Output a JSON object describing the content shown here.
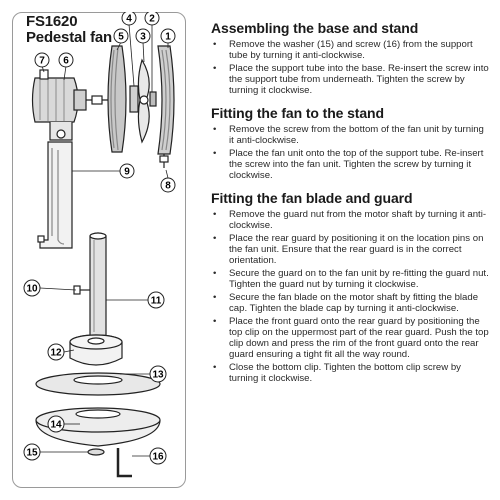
{
  "product": {
    "model": "FS1620",
    "name": "Pedestal fan"
  },
  "parts": [
    "1",
    "2",
    "3",
    "4",
    "5",
    "6",
    "7",
    "8",
    "9",
    "10",
    "11",
    "12",
    "13",
    "14",
    "15",
    "16"
  ],
  "sections": [
    {
      "heading": "Assembling the base and stand",
      "steps": [
        "Remove the washer (15) and screw (16) from the support tube by turning it anti-clockwise.",
        "Place the support tube into the base. Re-insert the screw into the support tube from underneath. Tighten the screw by turning it clockwise."
      ]
    },
    {
      "heading": "Fitting the fan to the stand",
      "steps": [
        "Remove the screw from the bottom of the fan unit by turning it anti-clockwise.",
        "Place the fan unit onto the top of the support tube. Re-insert the screw into the fan unit. Tighten the screw by turning it clockwise."
      ]
    },
    {
      "heading": "Fitting the fan blade and guard",
      "steps": [
        "Remove the guard nut from the motor shaft by turning it anti-clockwise.",
        "Place the rear guard by positioning it on the location pins on the fan unit. Ensure that the rear guard is in the correct orientation.",
        "Secure the guard on to the fan unit by re-fitting the guard nut. Tighten the guard nut by turning it clockwise.",
        "Secure the fan blade on the motor shaft by fitting the blade cap. Tighten the blade cap by turning it anti-clockwise.",
        "Place the front guard onto the rear guard by positioning the top clip on the uppermost part of the rear guard. Push the top clip down and press the rim of the front guard onto the rear guard ensuring a tight fit all the way round.",
        "Close the bottom clip. Tighten the bottom clip screw by turning it clockwise."
      ]
    }
  ]
}
